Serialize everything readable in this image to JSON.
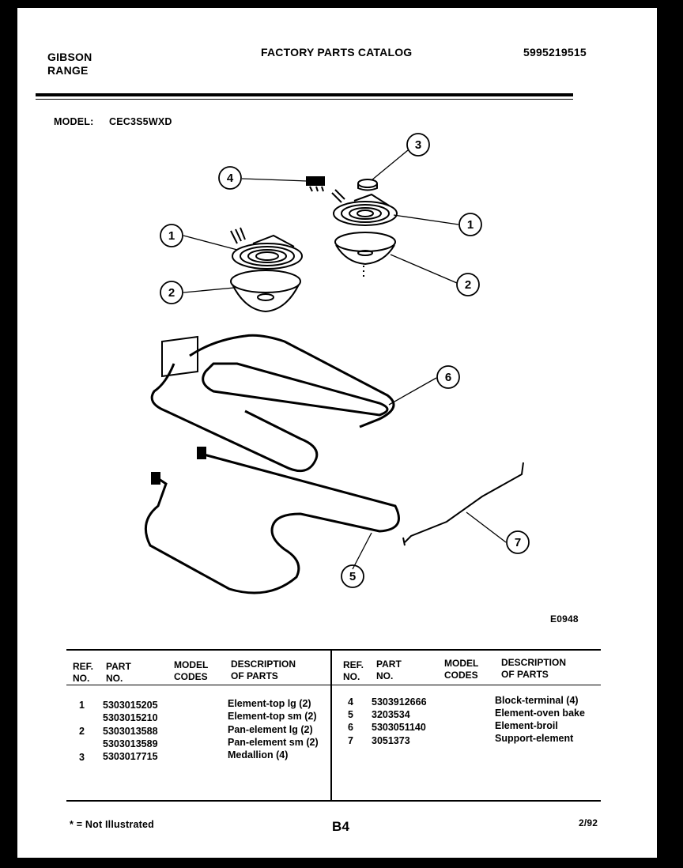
{
  "header": {
    "brand_line1": "GIBSON",
    "brand_line2": "RANGE",
    "title": "FACTORY PARTS CATALOG",
    "catalog_number": "5995219515",
    "model_label": "MODEL:",
    "model_value": "CEC3S5WXD"
  },
  "diagram": {
    "code": "E0948",
    "callouts": [
      "1",
      "1",
      "2",
      "2",
      "3",
      "4",
      "5",
      "6",
      "7"
    ]
  },
  "table": {
    "headers": {
      "ref_no_1": "REF.",
      "ref_no_2": "NO.",
      "part_no_1": "PART",
      "part_no_2": "NO.",
      "model_codes_1": "MODEL",
      "model_codes_2": "CODES",
      "desc_1": "DESCRIPTION",
      "desc_2": "OF PARTS"
    },
    "left_rows": [
      {
        "ref": "1",
        "part": "5303015205",
        "desc": "Element-top lg (2)"
      },
      {
        "ref": "",
        "part": "5303015210",
        "desc": "Element-top sm (2)"
      },
      {
        "ref": "2",
        "part": "5303013588",
        "desc": "Pan-element lg (2)"
      },
      {
        "ref": "",
        "part": "5303013589",
        "desc": "Pan-element sm (2)"
      },
      {
        "ref": "3",
        "part": "5303017715",
        "desc": "Medallion (4)"
      }
    ],
    "right_rows": [
      {
        "ref": "4",
        "part": "5303912666",
        "desc": "Block-terminal (4)"
      },
      {
        "ref": "5",
        "part": "3203534",
        "desc": "Element-oven bake"
      },
      {
        "ref": "6",
        "part": "5303051140",
        "desc": "Element-broil"
      },
      {
        "ref": "7",
        "part": "3051373",
        "desc": "Support-element"
      }
    ]
  },
  "footer": {
    "note": "* = Not Illustrated",
    "page": "B4",
    "date": "2/92"
  }
}
